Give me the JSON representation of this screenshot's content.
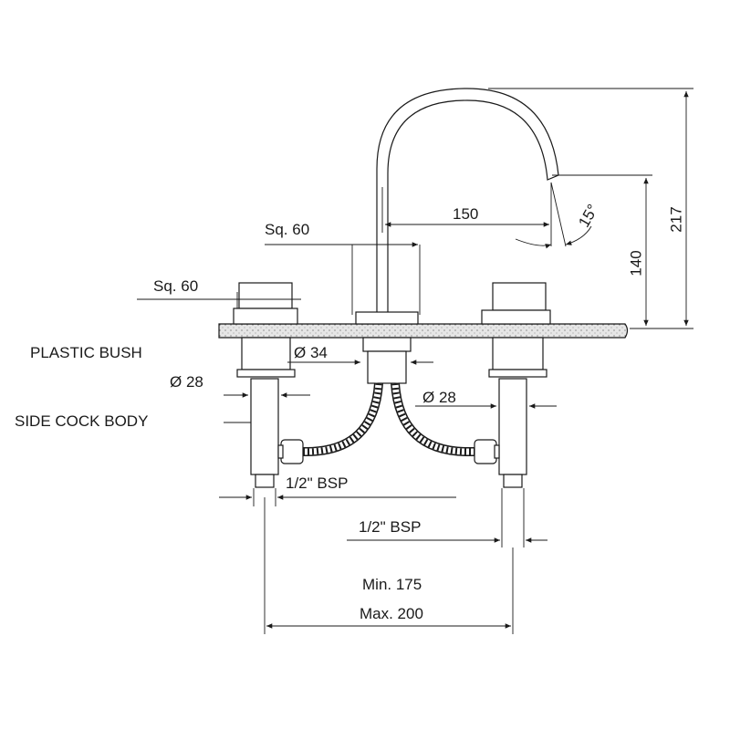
{
  "labels": {
    "sq60_center": "Sq. 60",
    "sq60_left": "Sq. 60",
    "plastic_bush": "PLASTIC BUSH",
    "dia34": "Ø 34",
    "dia28_left": "Ø 28",
    "dia28_right": "Ø 28",
    "side_cock_body": "SIDE COCK BODY",
    "bsp_left": "1/2\" BSP",
    "bsp_right": "1/2\" BSP",
    "min": "Min. 175",
    "max": "Max. 200",
    "reach": "150",
    "angle": "15°",
    "height_spout": "140",
    "height_total": "217"
  },
  "colors": {
    "line": "#1a1a1a",
    "slab": "#d9d9d9"
  }
}
